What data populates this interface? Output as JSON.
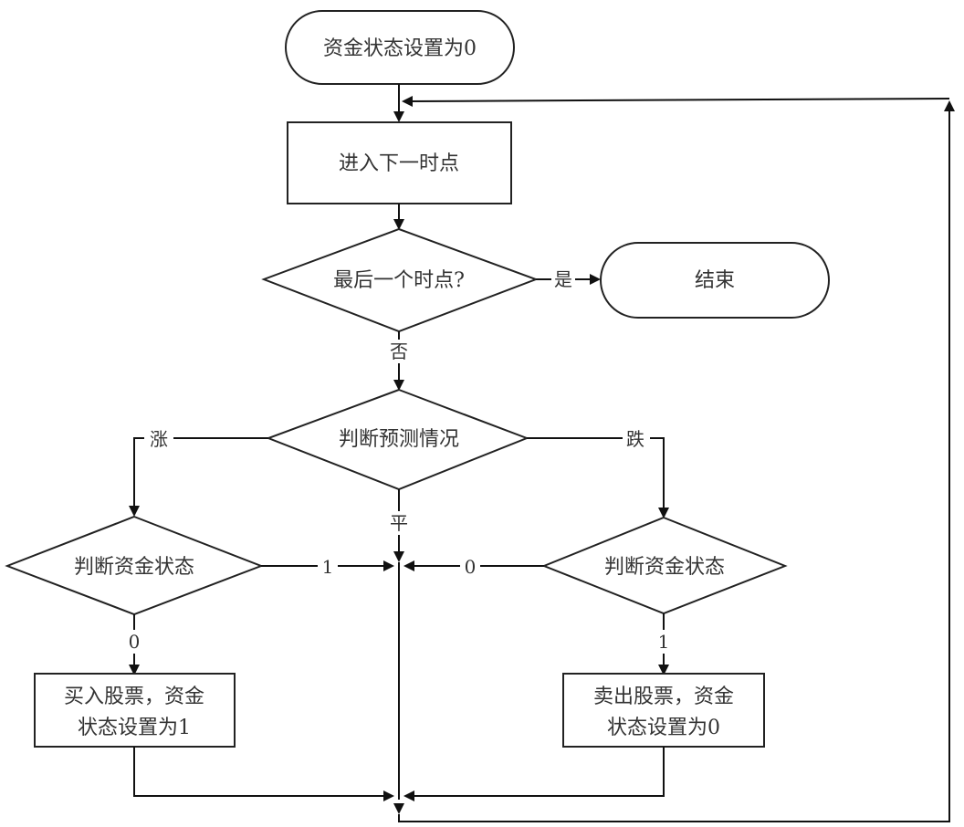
{
  "nodes": {
    "start": "资金状态设置为0",
    "next_time": "进入下一时点",
    "last_time_q": "最后一个时点?",
    "end": "结束",
    "judge_prediction": "判断预测情况",
    "judge_fund_left": "判断资金状态",
    "judge_fund_right": "判断资金状态",
    "buy_line1": "买入股票，资金",
    "buy_line2": "状态设置为1",
    "sell_line1": "卖出股票，资金",
    "sell_line2": "状态设置为0"
  },
  "edge_labels": {
    "yes": "是",
    "no": "否",
    "up": "涨",
    "down": "跌",
    "flat": "平",
    "left_one": "1",
    "right_zero": "0",
    "left_zero": "0",
    "right_one": "1"
  }
}
